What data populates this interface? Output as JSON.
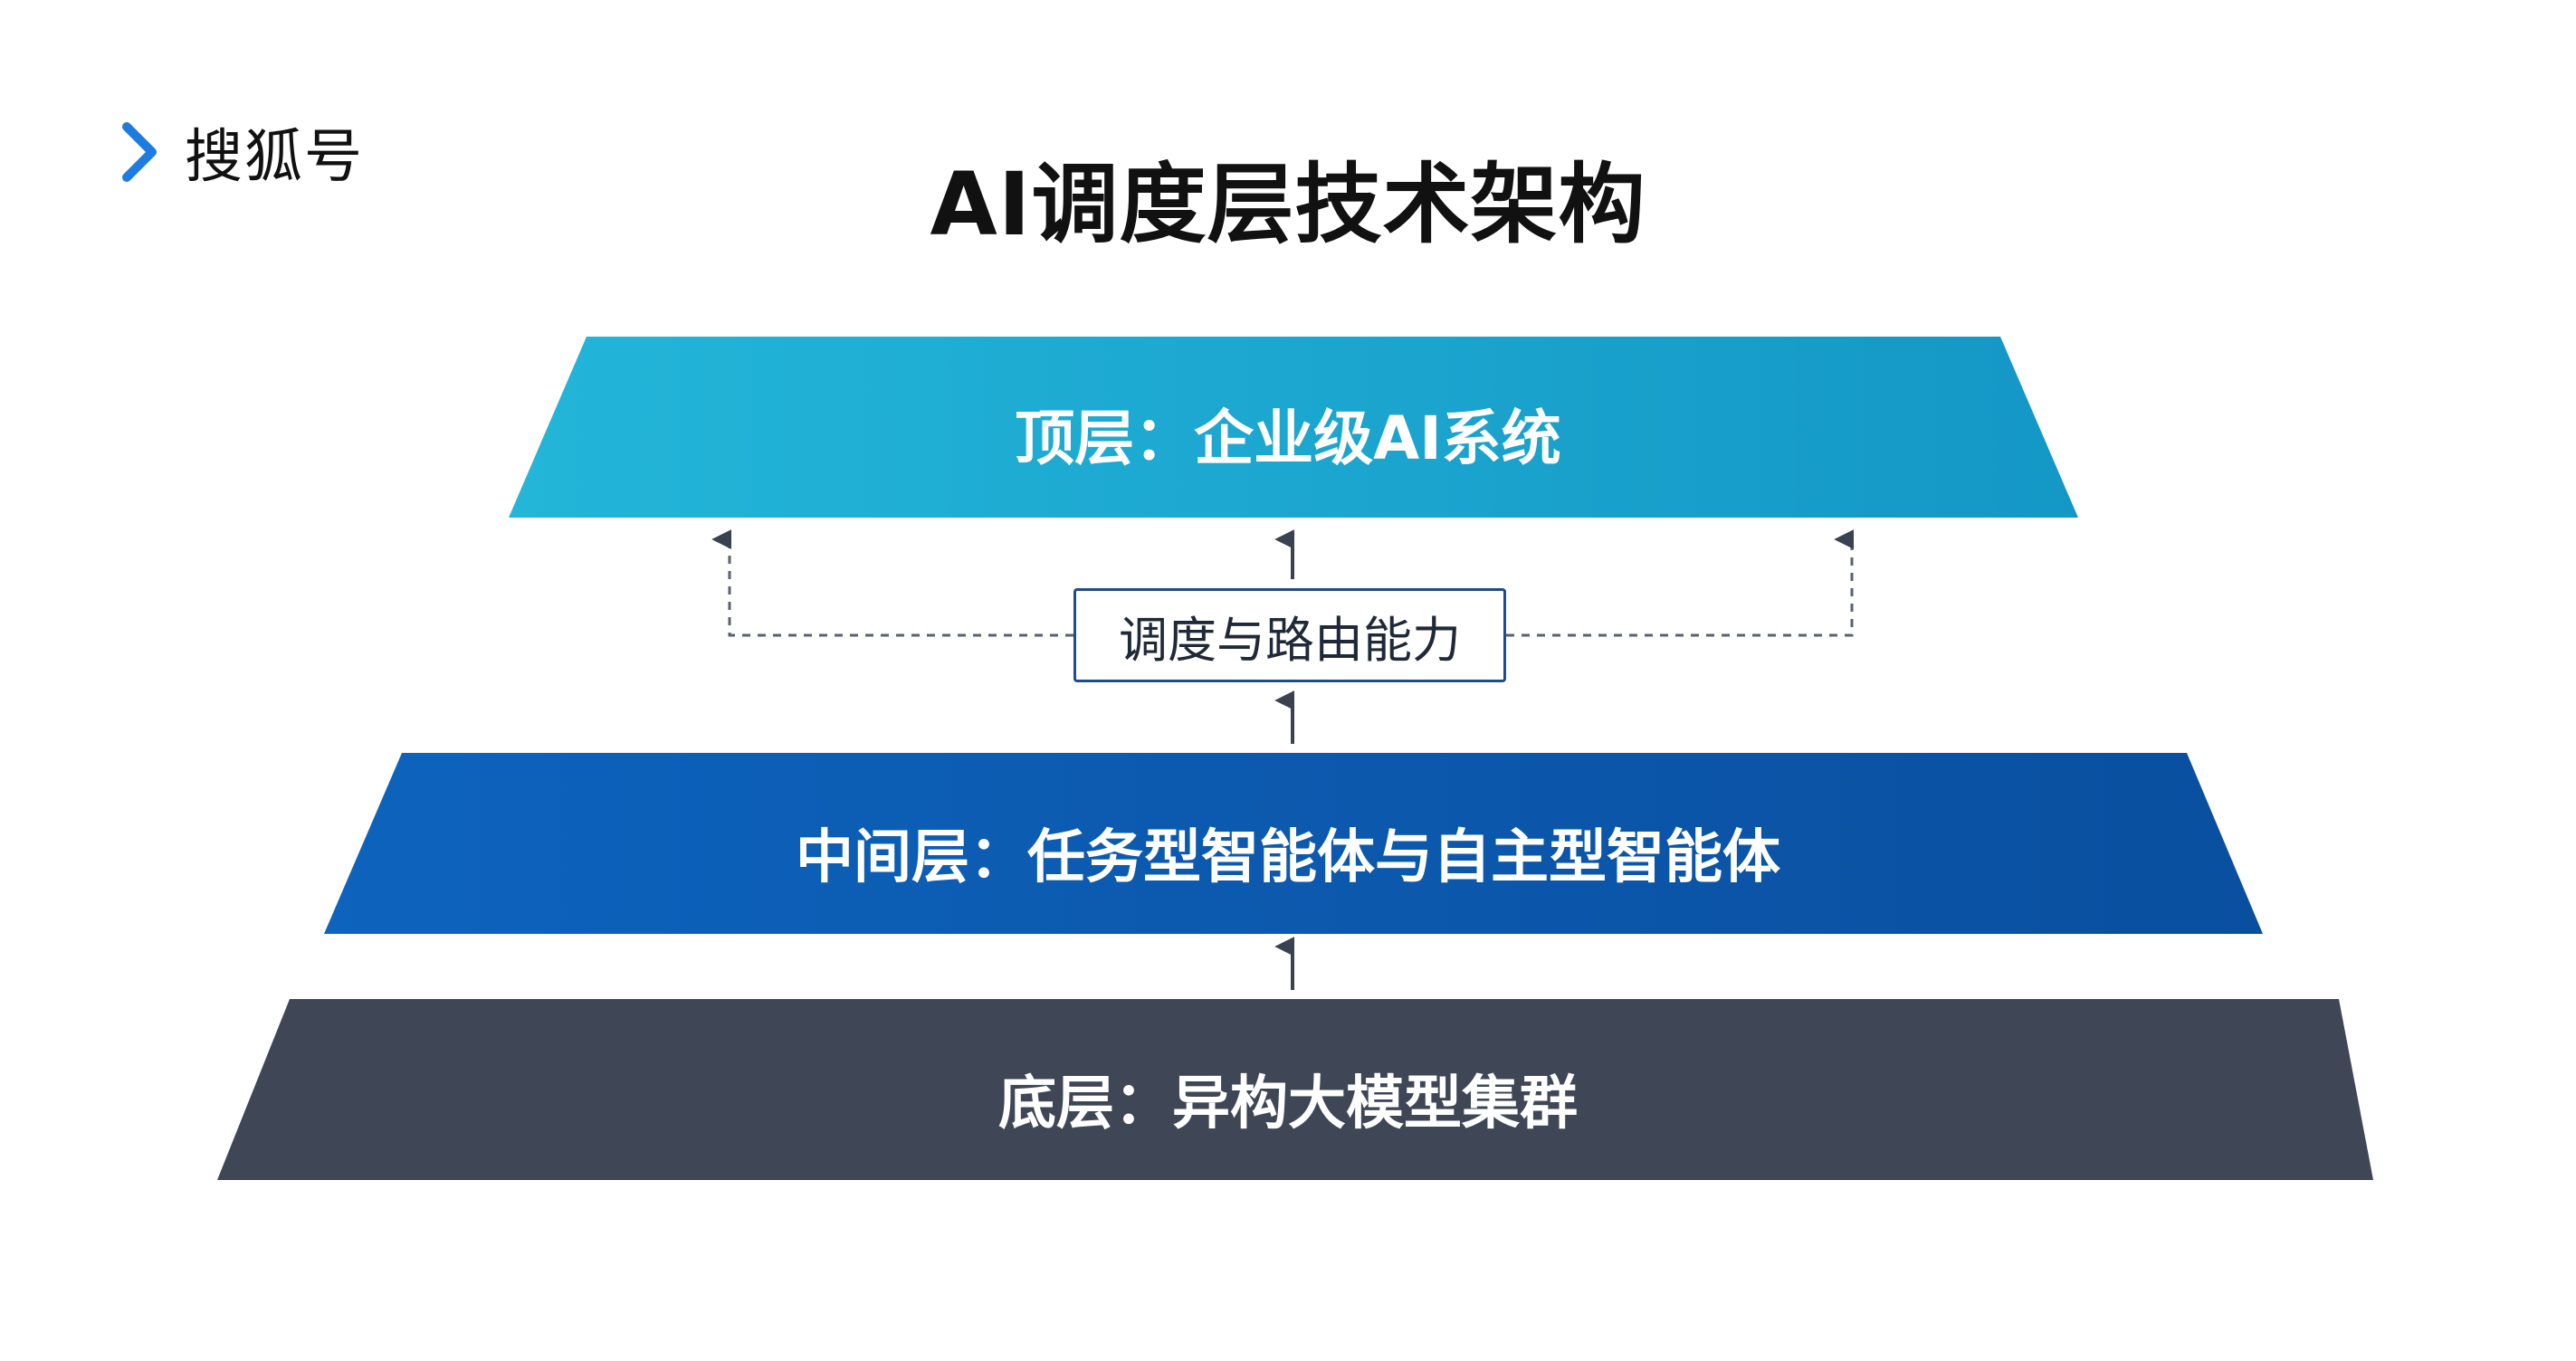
{
  "brand": {
    "name": "搜狐号",
    "icon": "chevron-right-icon",
    "icon_color": "#1e7be0"
  },
  "title": "AI调度层技术架构",
  "layers": {
    "top": {
      "label": "顶层：企业级AI系统",
      "color": "#1aa7cf"
    },
    "middle": {
      "label": "中间层：任务型智能体与自主型智能体",
      "color": "#0a5bb4"
    },
    "bottom": {
      "label": "底层：异构大模型集群",
      "color": "#3f4656"
    }
  },
  "routing": {
    "label": "调度与路由能力",
    "border_color": "#1f4c8a"
  }
}
